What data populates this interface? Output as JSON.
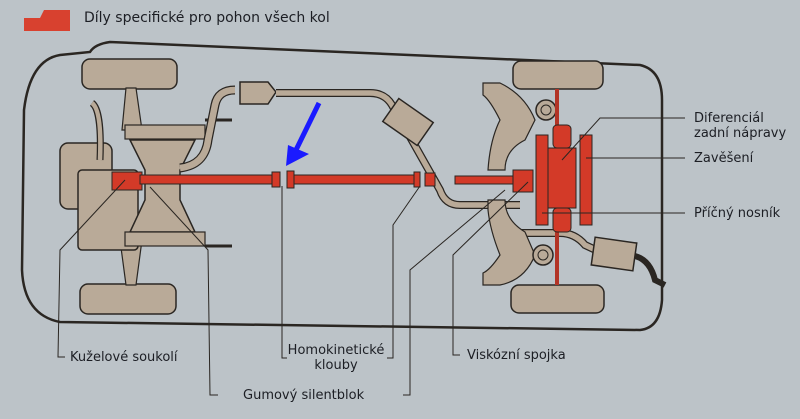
{
  "legend": {
    "swatch_color": "#d8412f",
    "text": "Díly specifické pro pohon všech kol"
  },
  "colors": {
    "background": "#bcc3c8",
    "awd_parts": "#d33a28",
    "other_parts": "#b9aa98",
    "outline": "#2a2622",
    "highlight_arrow": "#1a1aff"
  },
  "labels": {
    "rear_differential_line1": "Diferenciál",
    "rear_differential_line2": "zadní nápravy",
    "suspension": "Zavěšení",
    "cross_member": "Příčný nosník",
    "bevel_gear": "Kuželové soukolí",
    "cv_joints_line1": "Homokinetické",
    "cv_joints_line2": "klouby",
    "viscous_coupling": "Viskózní spojka",
    "rubber_silentblock": "Gumový silentblok"
  }
}
